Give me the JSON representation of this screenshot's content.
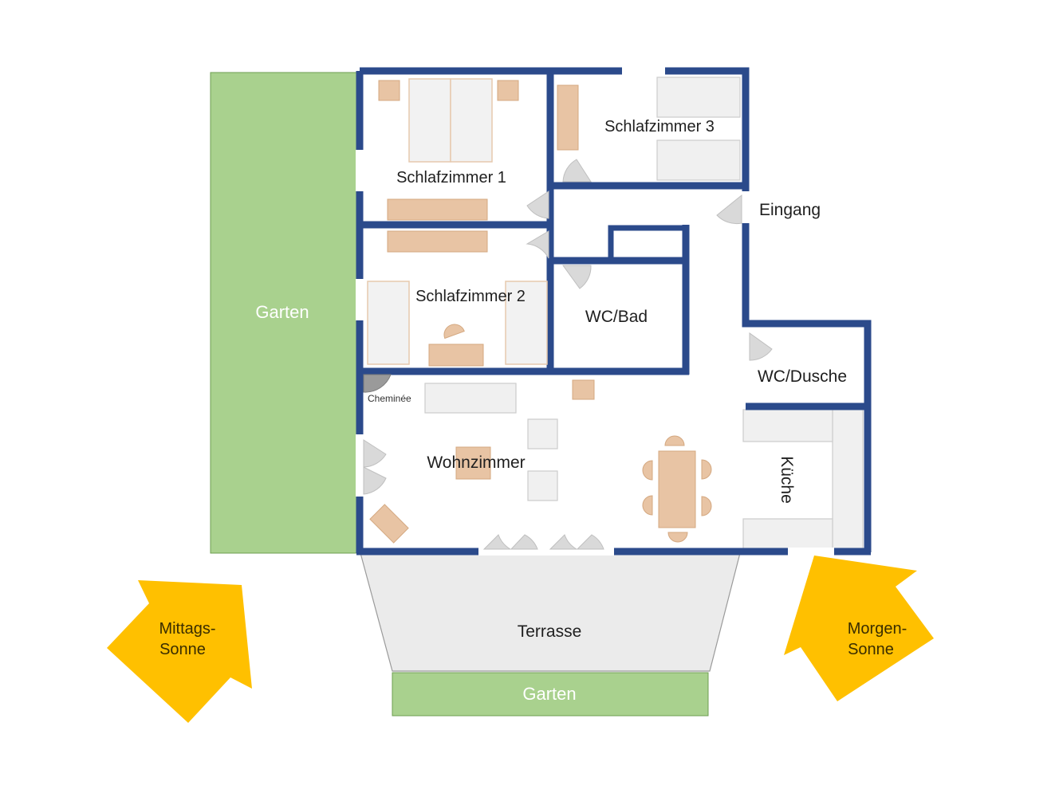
{
  "labels": {
    "garden_west": "Garten",
    "garden_south": "Garten",
    "bedroom1": "Schlafzimmer 1",
    "bedroom2": "Schlafzimmer 2",
    "bedroom3": "Schlafzimmer 3",
    "entrance": "Eingang",
    "bath": "WC/Bad",
    "shower": "WC/Dusche",
    "living": "Wohnzimmer",
    "fireplace": "Cheminée",
    "kitchen": "Küche",
    "terrace": "Terrasse",
    "sun_midday_line1": "Mittags-",
    "sun_midday_line2": "Sonne",
    "sun_morning_line1": "Morgen-",
    "sun_morning_line2": "Sonne"
  },
  "colors": {
    "wall": "#2b4a8b",
    "garden": "#a9d18e",
    "garden_border": "#6d9e50",
    "terrace": "#ebebeb",
    "sun_arrow": "#ffc000",
    "wood_furniture": "#e8c4a4",
    "light_furniture": "#f0f0f0",
    "door": "#d9d9d9"
  }
}
